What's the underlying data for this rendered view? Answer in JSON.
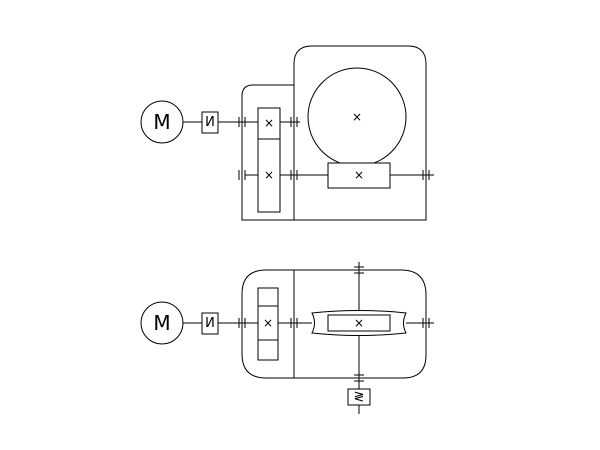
{
  "diagrams": [
    {
      "id": "top",
      "motor_label": "M",
      "coupling_symbol": "И",
      "gear_marks": [
        "×",
        "×",
        "×",
        "×"
      ]
    },
    {
      "id": "bottom",
      "motor_label": "M",
      "coupling_symbol": "И",
      "gear_marks": [
        "×",
        "×"
      ],
      "brake_symbol": "≷"
    }
  ],
  "colors": {
    "line": "#000000",
    "background": "#ffffff"
  }
}
